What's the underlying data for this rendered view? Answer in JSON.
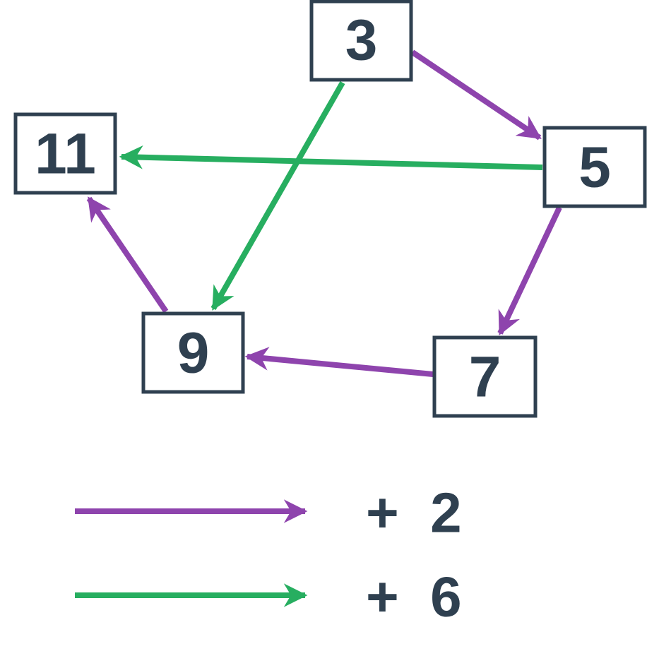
{
  "colors": {
    "purple": "#8e44ad",
    "green": "#27ae60",
    "box_stroke": "#2f4050",
    "text": "#2f4050"
  },
  "nodes": [
    {
      "id": "n3",
      "label": "3"
    },
    {
      "id": "n5",
      "label": "5"
    },
    {
      "id": "n7",
      "label": "7"
    },
    {
      "id": "n9",
      "label": "9"
    },
    {
      "id": "n11",
      "label": "11"
    }
  ],
  "edges": [
    {
      "from": "3",
      "to": "5",
      "color": "purple"
    },
    {
      "from": "5",
      "to": "7",
      "color": "purple"
    },
    {
      "from": "7",
      "to": "9",
      "color": "purple"
    },
    {
      "from": "9",
      "to": "11",
      "color": "purple"
    },
    {
      "from": "3",
      "to": "9",
      "color": "green"
    },
    {
      "from": "5",
      "to": "11",
      "color": "green"
    }
  ],
  "legend": [
    {
      "color": "purple",
      "label": "+  2"
    },
    {
      "color": "green",
      "label": "+  6"
    }
  ]
}
